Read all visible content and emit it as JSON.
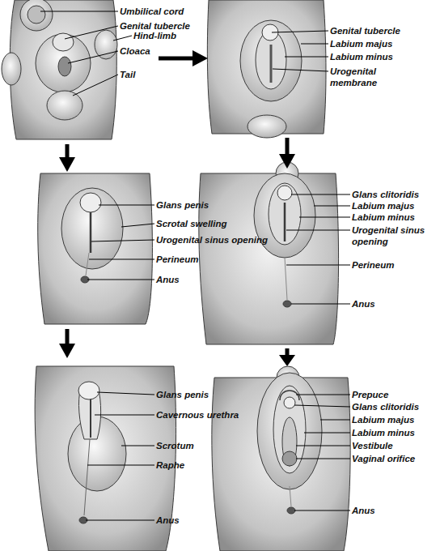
{
  "diagram": {
    "labels": [
      "Umbilical cord",
      "Genital tubercle",
      "Hind-limb",
      "Cloaca",
      "Tail",
      "Genital tubercle",
      "Labium majus",
      "Labium minus",
      "Urogenital membrane",
      "Glans penis",
      "Scrotal swelling",
      "Urogenital sinus opening",
      "Perineum",
      "Anus",
      "Glans clitoridis",
      "Labium majus",
      "Labium minus",
      "Urogenital sinus opening",
      "Perineum",
      "Anus",
      "Glans penis",
      "Cavernous urethra",
      "Scrotum",
      "Raphe",
      "Anus",
      "Prepuce",
      "Glans clitoridis",
      "Labium majus",
      "Labium minus",
      "Vestibule",
      "Vaginal orifice",
      "Anus"
    ]
  }
}
